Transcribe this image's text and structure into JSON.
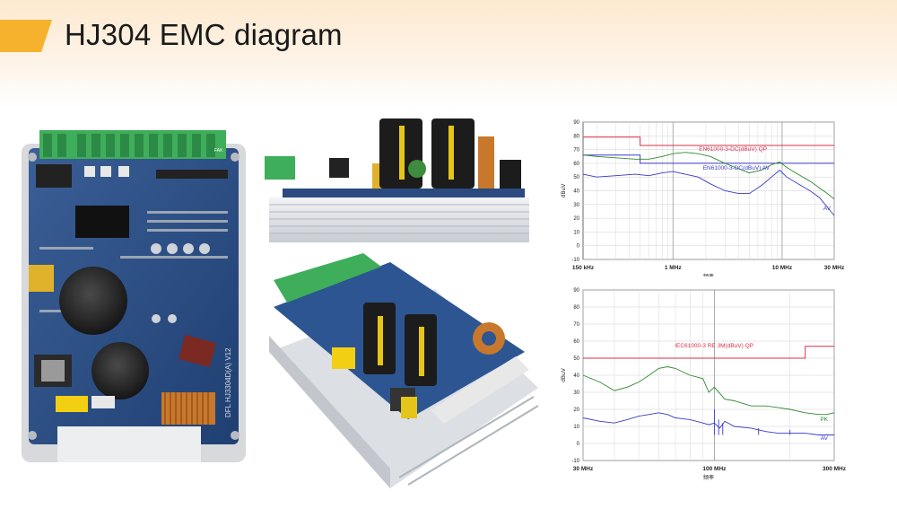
{
  "slide": {
    "title": "HJ304 EMC diagram"
  },
  "images": {
    "board_top_label": "DFL HJ3304D(A) V12",
    "board_connector_label": "FAK"
  },
  "colors": {
    "accent": "#f7b22d",
    "limit_line": "#d8324a",
    "av_trace": "#3a3ac8",
    "pk_trace": "#2f8a2f"
  },
  "chart_data": [
    {
      "type": "line",
      "ylabel": "dBuV",
      "xlabel": "频率",
      "xscale": "log",
      "xlim": [
        0.15,
        30
      ],
      "ylim": [
        -10,
        90
      ],
      "yticks": [
        -10,
        0,
        10,
        20,
        30,
        40,
        50,
        60,
        70,
        80,
        90
      ],
      "xticks": [
        {
          "value": 0.15,
          "label": "150 kHz"
        },
        {
          "value": 1,
          "label": "1 MHz"
        },
        {
          "value": 10,
          "label": "10 MHz"
        },
        {
          "value": 30,
          "label": "30 MHz"
        }
      ],
      "grid": true,
      "series": [
        {
          "name": "EN61000-3-DC(dBuV) QP",
          "color": "#d8324a",
          "style": "limit",
          "x": [
            0.15,
            0.5,
            0.5,
            30
          ],
          "y": [
            79,
            79,
            73,
            73
          ]
        },
        {
          "name": "EN61000-3-DC(dBuV) AV",
          "color": "#3a3ac8",
          "style": "limit",
          "x": [
            0.15,
            0.5,
            0.5,
            30
          ],
          "y": [
            66,
            66,
            60,
            60
          ]
        },
        {
          "name": "",
          "color": "#2f8a2f",
          "style": "trace",
          "x": [
            0.15,
            0.2,
            0.3,
            0.45,
            0.6,
            0.8,
            1.0,
            1.3,
            1.7,
            2.2,
            3.0,
            4.0,
            5.0,
            6.5,
            8.0,
            9.5,
            11,
            14,
            18,
            22,
            26,
            30
          ],
          "y": [
            66,
            65,
            64,
            63,
            63,
            65,
            67,
            68,
            67,
            65,
            60,
            56,
            53,
            55,
            59,
            61,
            57,
            52,
            47,
            42,
            38,
            34
          ]
        },
        {
          "name": "AV",
          "color": "#3a3ac8",
          "style": "trace",
          "x": [
            0.15,
            0.2,
            0.3,
            0.45,
            0.6,
            0.8,
            1.0,
            1.3,
            1.7,
            2.2,
            3.0,
            4.0,
            5.0,
            6.5,
            8.0,
            9.5,
            11,
            14,
            18,
            22,
            26,
            30
          ],
          "y": [
            52,
            50,
            51,
            52,
            51,
            53,
            54,
            52,
            50,
            45,
            40,
            38,
            38,
            44,
            50,
            55,
            50,
            45,
            40,
            35,
            28,
            22
          ]
        }
      ],
      "annotations": [
        "EN61000-3-DC(dBuV) QP",
        "EN61000-3-DC(dBuV) AV",
        "AV"
      ]
    },
    {
      "type": "line",
      "ylabel": "dBuV",
      "xlabel": "频率",
      "xscale": "log",
      "xlim": [
        30,
        300
      ],
      "ylim": [
        -10,
        90
      ],
      "yticks": [
        -10,
        0,
        10,
        20,
        30,
        40,
        50,
        60,
        70,
        80,
        90
      ],
      "xticks": [
        {
          "value": 30,
          "label": "30 MHz"
        },
        {
          "value": 100,
          "label": "100 MHz"
        },
        {
          "value": 300,
          "label": "300 MHz"
        }
      ],
      "grid": true,
      "series": [
        {
          "name": "IEC61000-3 RE 3M(dBuV) QP",
          "color": "#d8324a",
          "style": "limit",
          "x": [
            30,
            230,
            230,
            300
          ],
          "y": [
            50,
            50,
            57,
            57
          ]
        },
        {
          "name": "PK",
          "color": "#2f8a2f",
          "style": "trace",
          "x": [
            30,
            35,
            40,
            45,
            50,
            55,
            60,
            65,
            70,
            80,
            90,
            95,
            100,
            110,
            120,
            140,
            160,
            180,
            200,
            230,
            260,
            280,
            300
          ],
          "y": [
            40,
            36,
            31,
            33,
            36,
            40,
            44,
            45,
            44,
            40,
            38,
            30,
            33,
            26,
            25,
            22,
            22,
            21,
            20,
            18,
            17,
            17,
            18
          ]
        },
        {
          "name": "AV",
          "color": "#3a3ac8",
          "style": "trace",
          "x": [
            30,
            35,
            40,
            45,
            50,
            55,
            60,
            65,
            70,
            80,
            90,
            95,
            100,
            105,
            110,
            120,
            140,
            160,
            180,
            200,
            230,
            260,
            280,
            300
          ],
          "y": [
            15,
            13,
            12,
            14,
            16,
            17,
            18,
            17,
            15,
            14,
            12,
            11,
            12,
            9,
            13,
            10,
            9,
            7,
            6,
            6,
            6,
            5,
            5,
            5
          ]
        }
      ],
      "annotations": [
        "IEC61000-3 RE 3M(dBuV) QP",
        "PK",
        "AV"
      ]
    }
  ]
}
